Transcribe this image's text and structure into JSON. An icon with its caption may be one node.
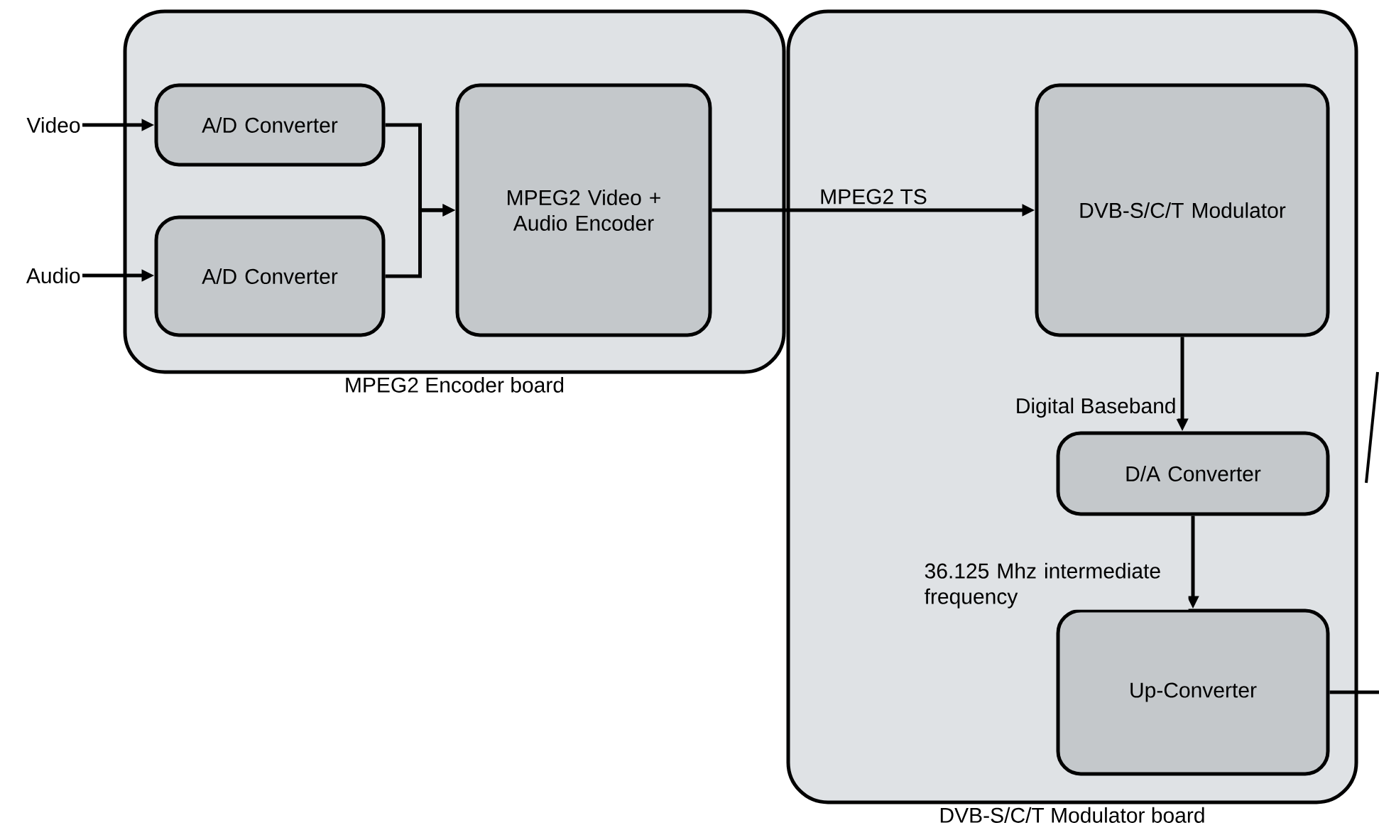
{
  "diagram": {
    "nodes": [
      {
        "text": [
          "MPEG2 Encoder board"
        ]
      },
      {
        "text": [
          "A/D Converter"
        ],
        "in": 0
      },
      {
        "text": [
          "A/D Converter"
        ],
        "in": 0
      },
      {
        "text": [
          "MPEG2 Video + Audio Encoder"
        ],
        "in": 0
      },
      {
        "text": [
          "Video"
        ]
      },
      {
        "text": [
          "Audio"
        ]
      },
      {
        "text": [
          "DVB-S/C/T Modulator board"
        ]
      },
      {
        "text": [
          "DVB-S/C/T Modulator"
        ],
        "in": 6
      },
      {
        "text": [
          "D/A Converter"
        ],
        "in": 6
      },
      {
        "text": [
          "Up-Converter"
        ],
        "in": 6
      }
    ],
    "edges": [
      {
        "from": 4,
        "to": 1,
        "arrow": "to"
      },
      {
        "from": 5,
        "to": 2,
        "arrow": "to"
      },
      {
        "from": 1,
        "to": 3,
        "arrow": "to"
      },
      {
        "from": 2,
        "to": 3,
        "arrow": "to"
      },
      {
        "from": 3,
        "to": 7,
        "arrow": "to",
        "label": "MPEG2 TS"
      },
      {
        "from": 7,
        "to": 8,
        "arrow": "to",
        "label": "Digital Baseband"
      },
      {
        "from": 8,
        "to": 9,
        "arrow": "to",
        "label": "36.125 Mhz intermediate frequency"
      },
      {
        "from": 9,
        "to": null,
        "arrow": "none"
      }
    ]
  }
}
